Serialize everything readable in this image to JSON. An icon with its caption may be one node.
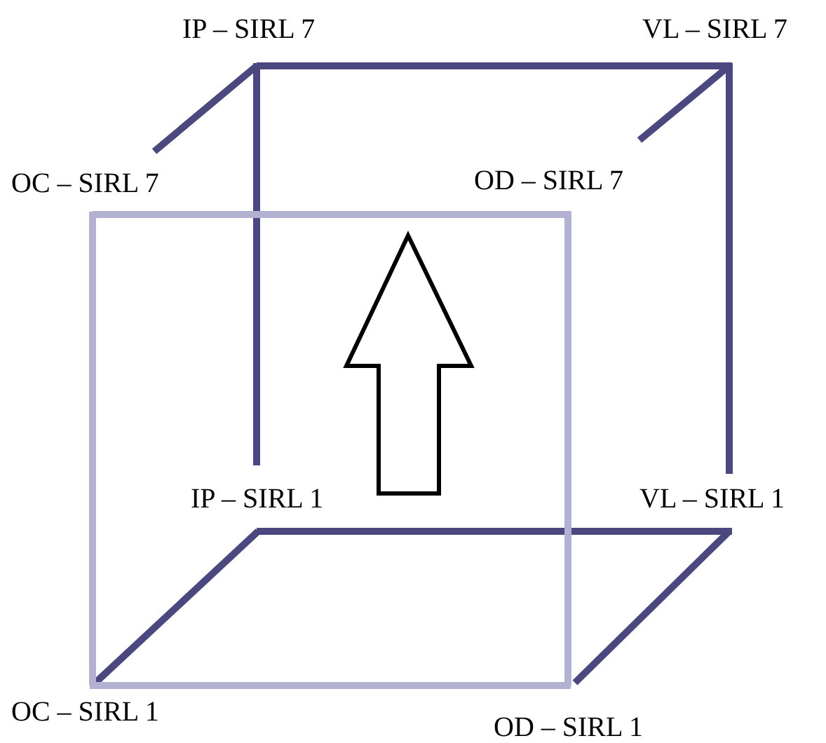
{
  "diagram": {
    "labels": [
      "IP – SIRL 7",
      "VL – SIRL 7",
      "OC – SIRL 7",
      "OD – SIRL 7",
      "IP – SIRL 1",
      "VL – SIRL 1",
      "OC – SIRL 1",
      "OD – SIRL 1"
    ]
  }
}
